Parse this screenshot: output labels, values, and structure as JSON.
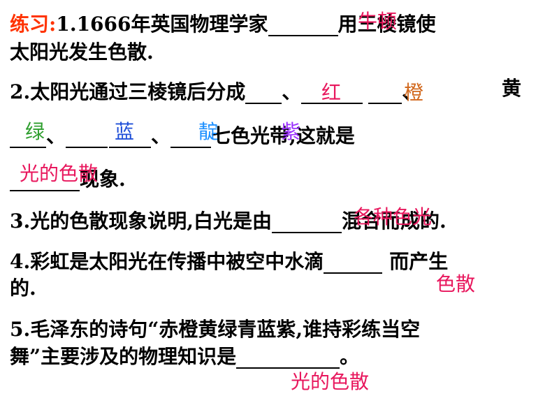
{
  "colors": {
    "text": "#000000",
    "heading": "#ff3300",
    "red": "#e8175d",
    "orange": "#d2691e",
    "green": "#2e9e2e",
    "blue": "#1f4fd8",
    "indigo": "#1e90ff",
    "purple": "#9b30ff"
  },
  "q1": {
    "label": "练习:",
    "a": "1.1666年英国物理学家",
    "b": "用三棱镜使",
    "c": "太阳光发生色散."
  },
  "q2": {
    "a": "2.太阳光通过三棱镜后分成",
    "sep1": "、",
    "sep2": "、",
    "yellow": "黄",
    "sep3": "、",
    "sep4": "、",
    "sep5": "、",
    "d": "七色光带,这就是",
    "e": "现象."
  },
  "q3": {
    "a": "3.光的色散现象说明,白光是由",
    "b": "混合而成的."
  },
  "q4": {
    "a": "4.彩虹是太阳光在传播中被空中水滴",
    "b": "而产生",
    "c": "的."
  },
  "q5": {
    "a": "5.毛泽东的诗句“赤橙黄绿青蓝紫,谁持彩练当空",
    "b": "舞”主要涉及的物理知识是",
    "c": "。"
  },
  "answers": {
    "newton": "牛顿",
    "red": "红",
    "orange": "橙",
    "green": "绿",
    "blue": "蓝",
    "indigo": "靛",
    "purple": "紫",
    "dispersion1": "光的色散",
    "colored_light": "各种色光",
    "dispersion2": "色散",
    "dispersion3": "光的色散"
  }
}
